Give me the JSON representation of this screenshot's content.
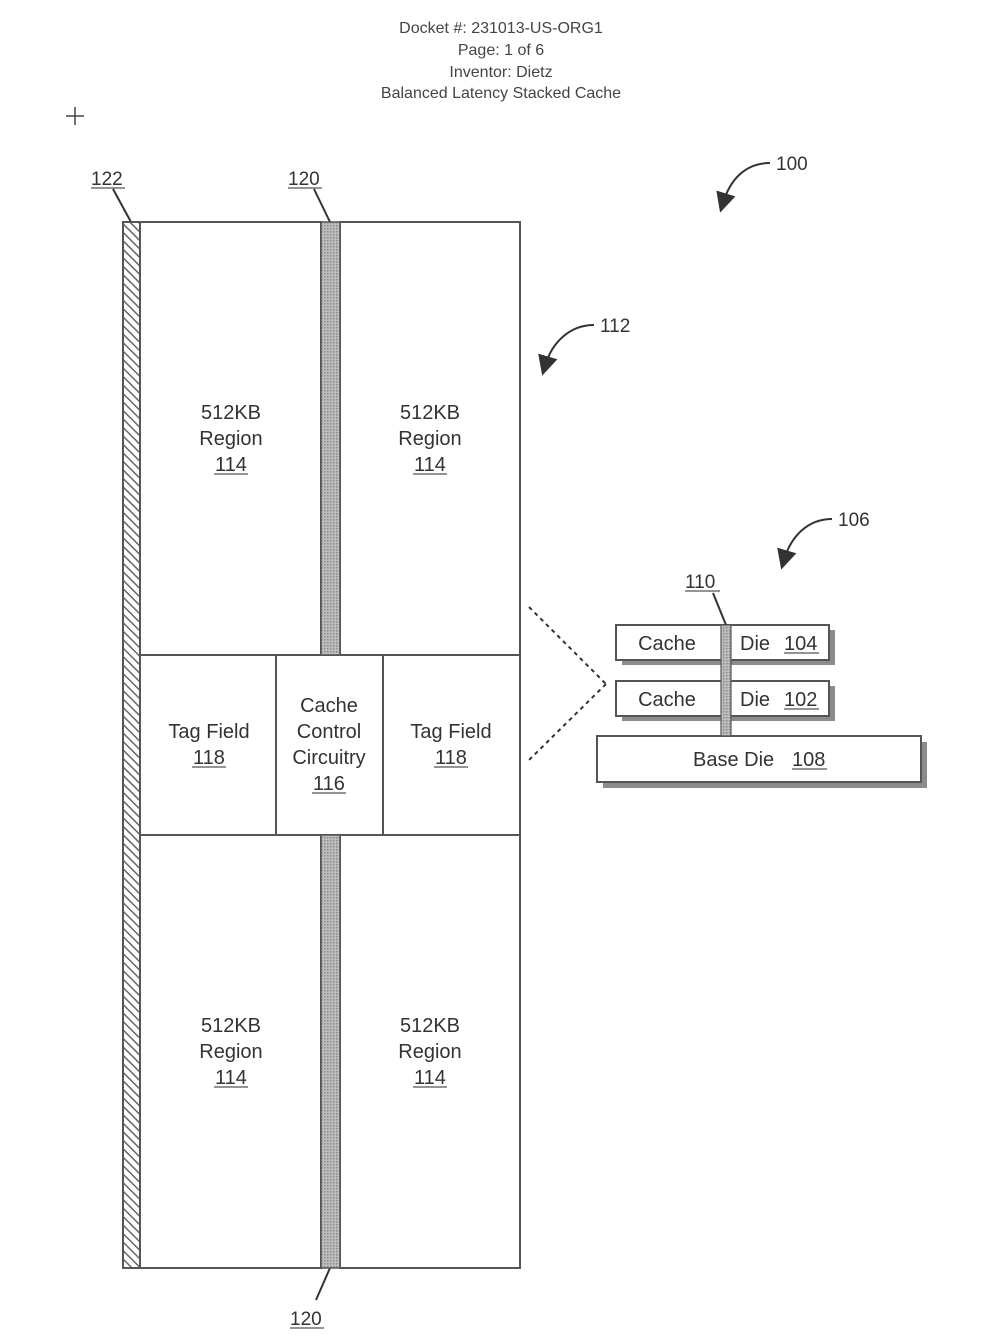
{
  "header": {
    "docket": "Docket #: 231013-US-ORG1",
    "page": "Page: 1 of 6",
    "inventor": "Inventor: Dietz",
    "title": "Balanced Latency Stacked Cache"
  },
  "refs": {
    "r100": "100",
    "r112": "112",
    "r106": "106",
    "r110": "110",
    "r122": "122",
    "r120_top": "120",
    "r120_bottom": "120"
  },
  "die_112": {
    "regions": [
      {
        "size": "512KB",
        "name": "Region",
        "ref": "114"
      },
      {
        "size": "512KB",
        "name": "Region",
        "ref": "114"
      },
      {
        "size": "512KB",
        "name": "Region",
        "ref": "114"
      },
      {
        "size": "512KB",
        "name": "Region",
        "ref": "114"
      }
    ],
    "tag_left": {
      "name": "Tag Field",
      "ref": "118"
    },
    "tag_right": {
      "name": "Tag Field",
      "ref": "118"
    },
    "control": {
      "line1": "Cache",
      "line2": "Control",
      "line3": "Circuitry",
      "ref": "116"
    }
  },
  "stack_106": {
    "die_104": {
      "left": "Cache",
      "right": "Die",
      "ref": "104"
    },
    "die_102": {
      "left": "Cache",
      "right": "Die",
      "ref": "102"
    },
    "base": {
      "name": "Base Die",
      "ref": "108"
    }
  }
}
